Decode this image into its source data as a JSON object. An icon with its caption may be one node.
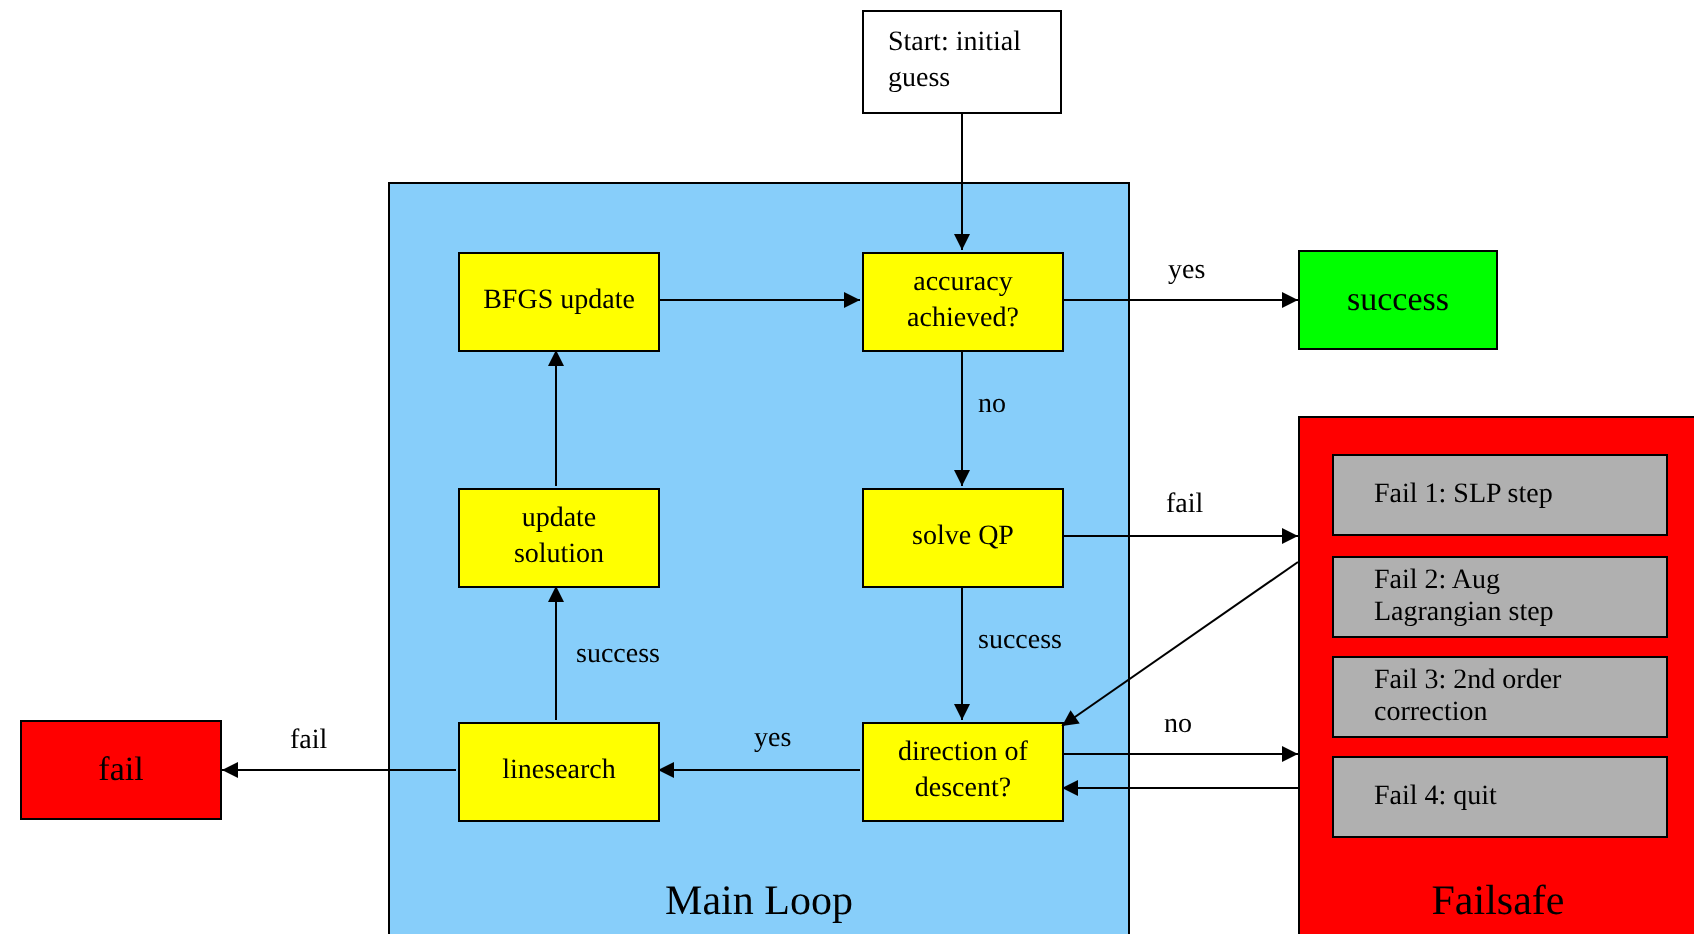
{
  "diagram": {
    "nodes": [
      {
        "text": [
          "Start: initial guess"
        ]
      },
      {
        "text": [
          "Main Loop"
        ]
      },
      {
        "text": [
          "BFGS update"
        ],
        "in": 1
      },
      {
        "text": [
          "accuracy achieved?"
        ],
        "in": 1
      },
      {
        "text": [
          "update solution"
        ],
        "in": 1
      },
      {
        "text": [
          "solve QP"
        ],
        "in": 1
      },
      {
        "text": [
          "linesearch"
        ],
        "in": 1
      },
      {
        "text": [
          "direction of descent?"
        ],
        "in": 1
      },
      {
        "text": [
          "success"
        ]
      },
      {
        "text": [
          "fail"
        ]
      },
      {
        "text": [
          "Failsafe"
        ]
      },
      {
        "text": [
          "Fail 1: SLP step"
        ],
        "in": 10
      },
      {
        "text": [
          "Fail 2: Aug Lagrangian step"
        ],
        "in": 10
      },
      {
        "text": [
          "Fail 3: 2nd order correction"
        ],
        "in": 10
      },
      {
        "text": [
          "Fail 4: quit"
        ],
        "in": 10
      }
    ],
    "edges": [
      {
        "from": 0,
        "to": 3,
        "arrow": "to"
      },
      {
        "from": 2,
        "to": 3,
        "arrow": "to"
      },
      {
        "from": 3,
        "to": 8,
        "arrow": "to",
        "label": "yes"
      },
      {
        "from": 3,
        "to": 5,
        "arrow": "to",
        "label": "no"
      },
      {
        "from": 5,
        "to": 7,
        "arrow": "to",
        "label": "success"
      },
      {
        "from": 5,
        "to": 10,
        "arrow": "to",
        "label": "fail"
      },
      {
        "from": 10,
        "to": 7,
        "arrow": "to"
      },
      {
        "from": 7,
        "to": 10,
        "arrow": "to",
        "label": "no"
      },
      {
        "from": 10,
        "to": 7,
        "arrow": "to"
      },
      {
        "from": 7,
        "to": 6,
        "arrow": "to",
        "label": "yes"
      },
      {
        "from": 6,
        "to": 9,
        "arrow": "to",
        "label": "fail"
      },
      {
        "from": 6,
        "to": 4,
        "arrow": "to",
        "label": "success"
      },
      {
        "from": 4,
        "to": 2,
        "arrow": "to"
      }
    ]
  }
}
